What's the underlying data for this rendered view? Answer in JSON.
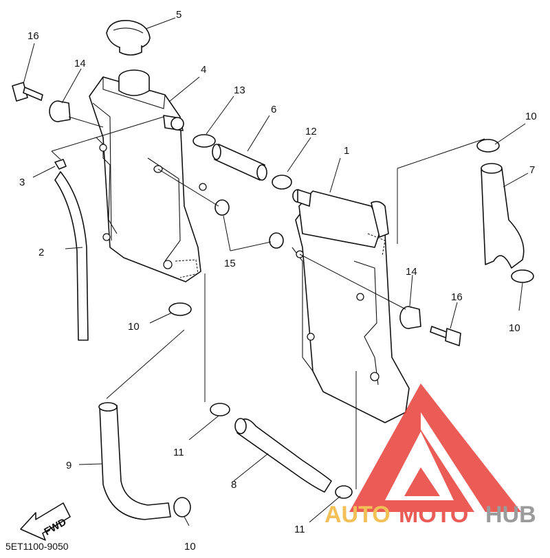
{
  "diagram": {
    "catalog_code": "5ET1100-9050",
    "direction_label": "FWD",
    "callouts": [
      "1",
      "2",
      "3",
      "4",
      "5",
      "6",
      "7",
      "8",
      "9",
      "10",
      "10",
      "10",
      "10",
      "11",
      "11",
      "12",
      "13",
      "14",
      "14",
      "15",
      "16",
      "16"
    ]
  },
  "watermark": {
    "text_a": "AUTO",
    "text_b": "MOTO",
    "text_c": "HUB",
    "color_primary": "#e8403a",
    "color_secondary": "#f2b43a",
    "color_tertiary": "#8a8a8a"
  }
}
